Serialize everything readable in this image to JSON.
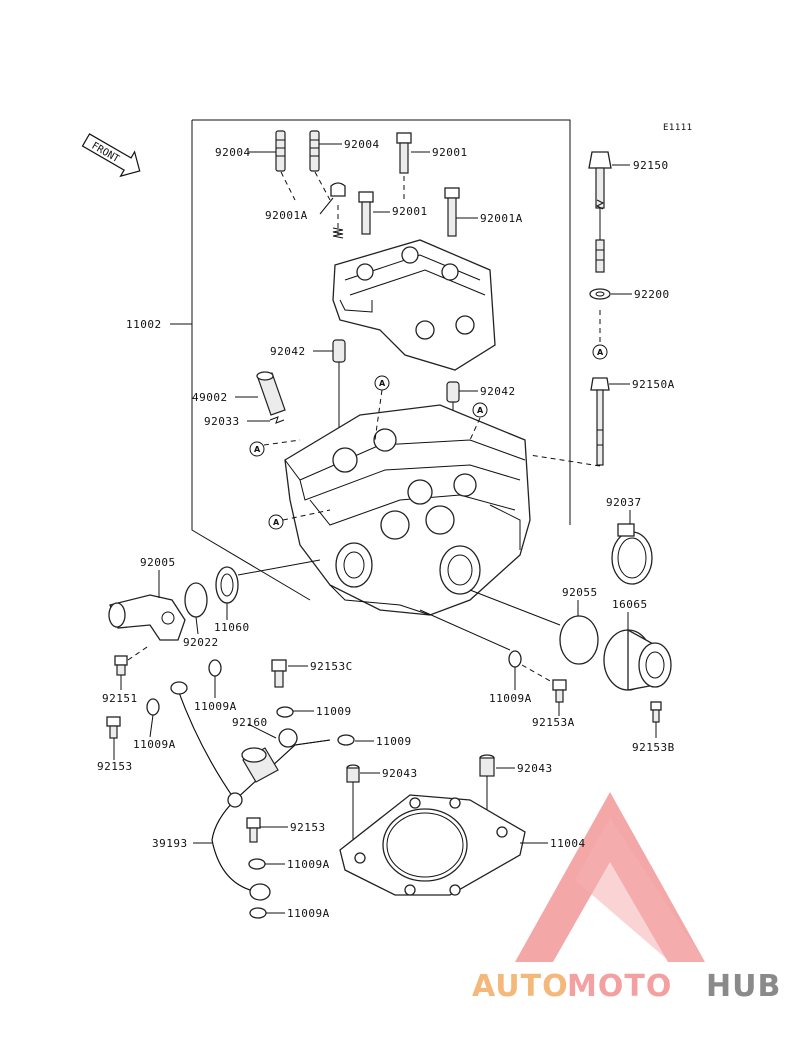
{
  "ref_code": "E1111",
  "front_label": "FRONT",
  "circle_marker": "A",
  "watermark": {
    "auto": "AUTO",
    "moto": "MOTO",
    "hub": "HUB",
    "color_auto": "#f4b87a",
    "color_moto": "#f4a0a0",
    "color_hub": "#8a8a8a",
    "triangle": "#f08a8a"
  },
  "parts": {
    "p92004a": "92004",
    "p92004b": "92004",
    "p92001a": "92001",
    "p92001b": "92001",
    "p92001A1": "92001A",
    "p92001A2": "92001A",
    "p92150": "92150",
    "p92200": "92200",
    "p92150A": "92150A",
    "p11002": "11002",
    "p92042a": "92042",
    "p92042b": "92042",
    "p49002": "49002",
    "p92033": "92033",
    "p92037": "92037",
    "p92005": "92005",
    "p92022": "92022",
    "p11060": "11060",
    "p92055": "92055",
    "p16065": "16065",
    "p92151": "92151",
    "p11009A1": "11009A",
    "p11009A2": "11009A",
    "p11009A3": "11009A",
    "p11009A4": "11009A",
    "p11009A5": "11009A",
    "p92153C": "92153C",
    "p11009a": "11009",
    "p11009b": "11009",
    "p92160": "92160",
    "p92153a": "92153",
    "p92153b": "92153",
    "p92153A": "92153A",
    "p92153B": "92153B",
    "p92043a": "92043",
    "p92043b": "92043",
    "p39193": "39193",
    "p11004": "11004"
  }
}
